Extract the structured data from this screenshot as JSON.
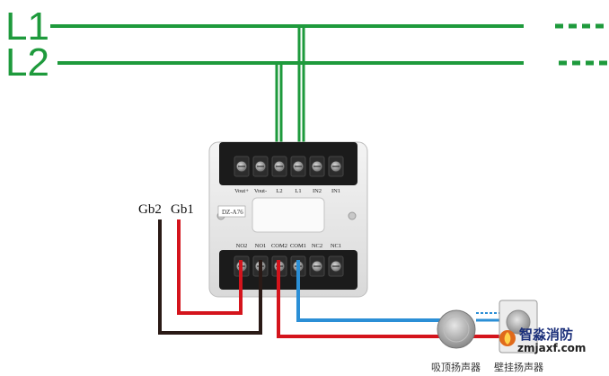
{
  "bus": {
    "l1_label": "L1",
    "l2_label": "L2",
    "color": "#1e9a3c"
  },
  "signal_wires": {
    "left_label": "Gb2",
    "right_label": "Gb1"
  },
  "module": {
    "model_label": "DZ-A76",
    "top_terminals": [
      "Vout+",
      "Vout-",
      "L2",
      "L1",
      "IN2",
      "IN1"
    ],
    "bottom_terminals": [
      "NO2",
      "NO1",
      "COM2",
      "COM1",
      "NC2",
      "NC1"
    ]
  },
  "speakers": {
    "ceiling_label": "吸顶扬声器",
    "wall_label": "壁挂扬声器"
  },
  "watermark": {
    "title": "智淼消防",
    "url": "zmjaxf.com"
  },
  "colors": {
    "red_wire": "#d4141c",
    "blue_wire": "#2b8fd6",
    "black_wire": "#2a1a16"
  }
}
